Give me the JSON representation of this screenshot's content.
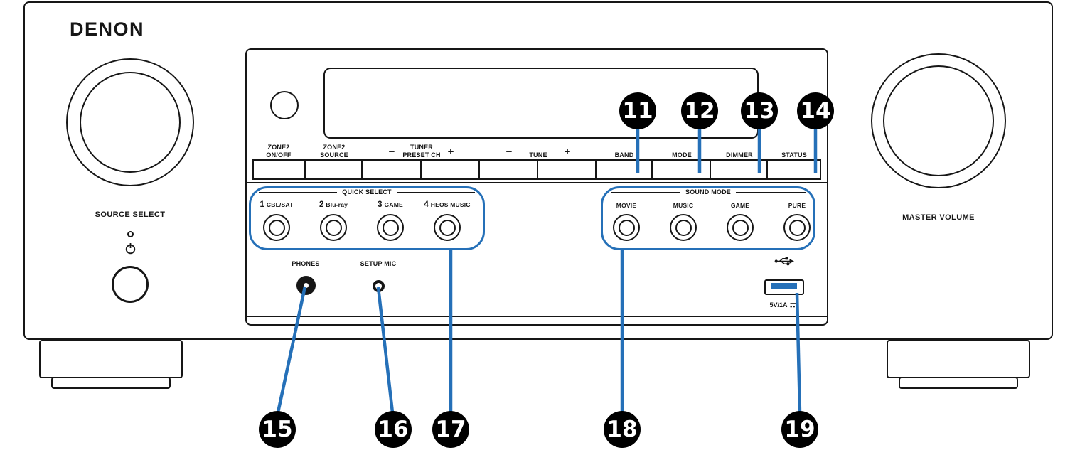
{
  "colors": {
    "accent_blue": "#2570B8",
    "line": "#161616",
    "callout_bg": "#000000",
    "callout_text": "#FFFFFF"
  },
  "brand": "DENON",
  "left_controls": {
    "source_select_label": "SOURCE SELECT"
  },
  "control_strip": {
    "zone2_onoff": "ZONE2\nON/OFF",
    "zone2_source": "ZONE2\nSOURCE",
    "tuner_preset": "TUNER\nPRESET CH",
    "tune": "TUNE",
    "minus": "−",
    "plus": "+",
    "band": "BAND",
    "mode": "MODE",
    "dimmer": "DIMMER",
    "status": "STATUS"
  },
  "quick_select": {
    "title": "QUICK SELECT",
    "buttons": [
      {
        "num": "1",
        "label": "CBL/SAT"
      },
      {
        "num": "2",
        "label": "Blu-ray"
      },
      {
        "num": "3",
        "label": "GAME"
      },
      {
        "num": "4",
        "label": "HEOS MUSIC"
      }
    ]
  },
  "sound_mode": {
    "title": "SOUND MODE",
    "buttons": [
      {
        "label": "MOVIE"
      },
      {
        "label": "MUSIC"
      },
      {
        "label": "GAME"
      },
      {
        "label": "PURE"
      }
    ]
  },
  "jacks": {
    "phones_label": "PHONES",
    "setup_mic_label": "SETUP MIC",
    "usb_power_label": "5V/1A"
  },
  "right_controls": {
    "master_volume_label": "MASTER VOLUME"
  },
  "callouts": [
    {
      "number": "11",
      "target": "band-button"
    },
    {
      "number": "12",
      "target": "mode-button"
    },
    {
      "number": "13",
      "target": "dimmer-button"
    },
    {
      "number": "14",
      "target": "status-button"
    },
    {
      "number": "15",
      "target": "phones-jack"
    },
    {
      "number": "16",
      "target": "setup-mic-jack"
    },
    {
      "number": "17",
      "target": "quick-select-buttons"
    },
    {
      "number": "18",
      "target": "sound-mode-buttons"
    },
    {
      "number": "19",
      "target": "usb-port"
    }
  ]
}
